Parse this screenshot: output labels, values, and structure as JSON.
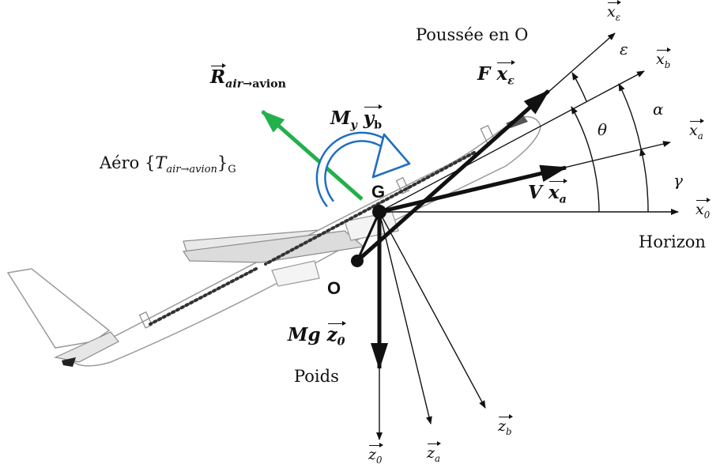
{
  "labels": {
    "thrust_title": "Poussée en O",
    "force_F": "F",
    "force_F_vec": "x",
    "force_F_sub": "ε",
    "force_R": "R",
    "force_R_sub_italic": "air→",
    "force_R_sub_bold": "avion",
    "moment_M": "M",
    "moment_M_sub": "y",
    "moment_vec": "y",
    "moment_vec_sub": "b",
    "aero_prefix": "Aéro {",
    "aero_T": "T",
    "aero_T_sub": "air→avion",
    "aero_suffix": "}",
    "aero_G": "G",
    "point_G": "G",
    "point_O": "O",
    "velocity_V": "V",
    "velocity_vec": "x",
    "velocity_vec_sub": "a",
    "weight_Mg": "Mg",
    "weight_vec": "z",
    "weight_vec_sub": "0",
    "weight_name": "Poids",
    "horizon": "Horizon",
    "axis_x_eps": "x",
    "axis_x_eps_sub": "ε",
    "axis_x_b": "x",
    "axis_x_b_sub": "b",
    "axis_x_a": "x",
    "axis_x_a_sub": "a",
    "axis_x_0": "x",
    "axis_x_0_sub": "0",
    "axis_z_0": "z",
    "axis_z_0_sub": "0",
    "axis_z_a": "z",
    "axis_z_a_sub": "a",
    "axis_z_b": "z",
    "axis_z_b_sub": "b",
    "angle_eps": "ε",
    "angle_alpha": "α",
    "angle_theta": "θ",
    "angle_gamma": "γ"
  },
  "colors": {
    "ink": "#111111",
    "lift_arrow": "#22b04b",
    "moment_arrow": "#1f6fbf",
    "fuselage": "#ffffff",
    "fuselage_outline": "#9a9a9a",
    "windows": "#333333"
  }
}
